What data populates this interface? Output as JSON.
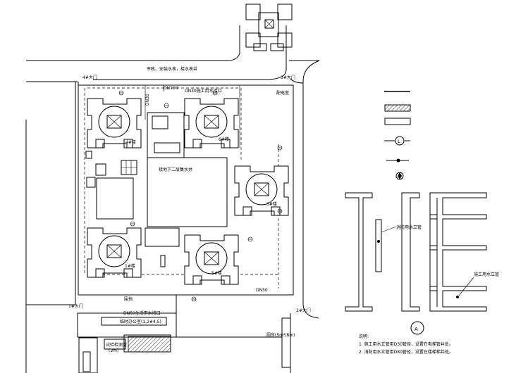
{
  "labels": {
    "top_road_note": "市政、安装水表，接水表井",
    "gate3": "3#大门",
    "gate4": "4#大门",
    "gate1": "1#大门",
    "gate2": "2#大门",
    "dn100": "DN100",
    "dn30_connection": "DN30施工用水接口",
    "dn30_left": "DN30",
    "distribution_room": "配电室",
    "pump_well": "接地下二层集水井",
    "dn50_right": "DN50",
    "fence": "围挡",
    "dn50_domestic": "DN50生活用水接口",
    "temp_office": "临时办公室(1,2#4,5)",
    "toilet": "厕所(5m³/8m)",
    "test_box": "试验检测室",
    "storage": "(3m)",
    "blk_4": "4#楼",
    "blk_6": "6#楼",
    "blk_1": "1#楼",
    "blk_3": "3#楼",
    "blk_5": "5#楼"
  },
  "detail": {
    "fire_riser_label": "消防用水立管",
    "construction_riser_label": "施工用水立管",
    "detail_mark": "A"
  },
  "notes": {
    "heading": "说明:",
    "note_1": "1. 施工用水立管用D30管径，设置在电梯管井处。",
    "note_2": "2. 消防用水立管用D80管径，设置在楼梯梯井处。"
  },
  "legend": {
    "symbol_l": "L"
  }
}
